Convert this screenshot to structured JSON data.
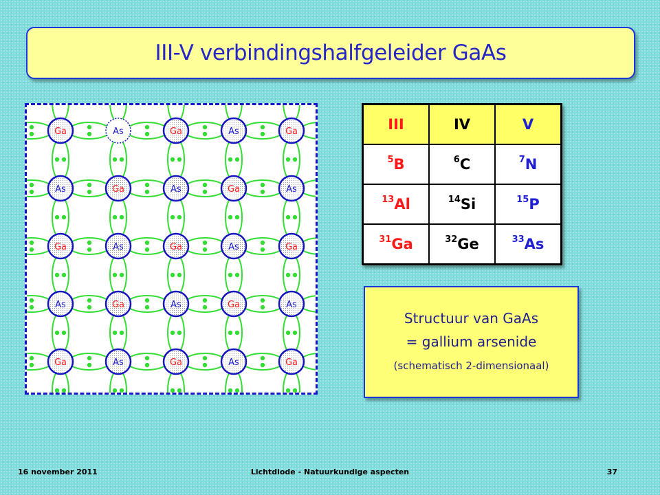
{
  "title": "III-V verbindingshalfgeleider GaAs",
  "lattice": {
    "rows": [
      [
        "Ga",
        "As",
        "Ga",
        "As",
        "Ga"
      ],
      [
        "As",
        "Ga",
        "As",
        "Ga",
        "As"
      ],
      [
        "Ga",
        "As",
        "Ga",
        "As",
        "Ga"
      ],
      [
        "As",
        "Ga",
        "As",
        "Ga",
        "As"
      ],
      [
        "Ga",
        "As",
        "Ga",
        "As",
        "Ga"
      ]
    ],
    "ga_color": "#ff2020",
    "as_color": "#2020d0",
    "bond_color": "#33dd33",
    "circle_color": "#1515c0"
  },
  "table": {
    "headers": [
      "III",
      "IV",
      "V"
    ],
    "rows": [
      [
        {
          "z": "5",
          "sym": "B"
        },
        {
          "z": "6",
          "sym": "C"
        },
        {
          "z": "7",
          "sym": "N"
        }
      ],
      [
        {
          "z": "13",
          "sym": "Al"
        },
        {
          "z": "14",
          "sym": "Si"
        },
        {
          "z": "15",
          "sym": "P"
        }
      ],
      [
        {
          "z": "31",
          "sym": "Ga"
        },
        {
          "z": "32",
          "sym": "Ge"
        },
        {
          "z": "33",
          "sym": "As"
        }
      ]
    ],
    "column_colors": [
      "#ff1a1a",
      "#000000",
      "#2020d0"
    ]
  },
  "info": {
    "line1": "Structuur van GaAs",
    "line2": "= gallium arsenide",
    "line3": "(schematisch 2-dimensionaal)"
  },
  "footer": {
    "date": "16 november 2011",
    "center": "Lichtdiode - Natuurkundige aspecten",
    "page": "37"
  }
}
